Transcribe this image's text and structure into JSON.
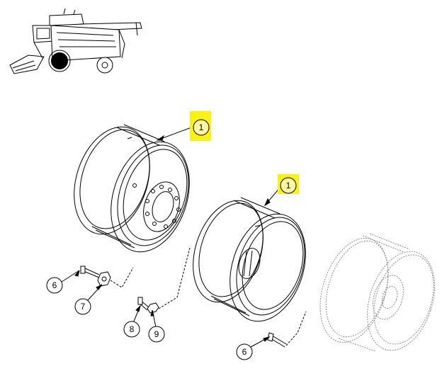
{
  "callouts": {
    "c1a": "1",
    "c1b": "1",
    "c6a": "6",
    "c7": "7",
    "c8": "8",
    "c9": "9",
    "c6b": "6"
  },
  "colors": {
    "highlight": "#fbf20e",
    "line": "#000000",
    "ghost": "#8c8c8c"
  }
}
